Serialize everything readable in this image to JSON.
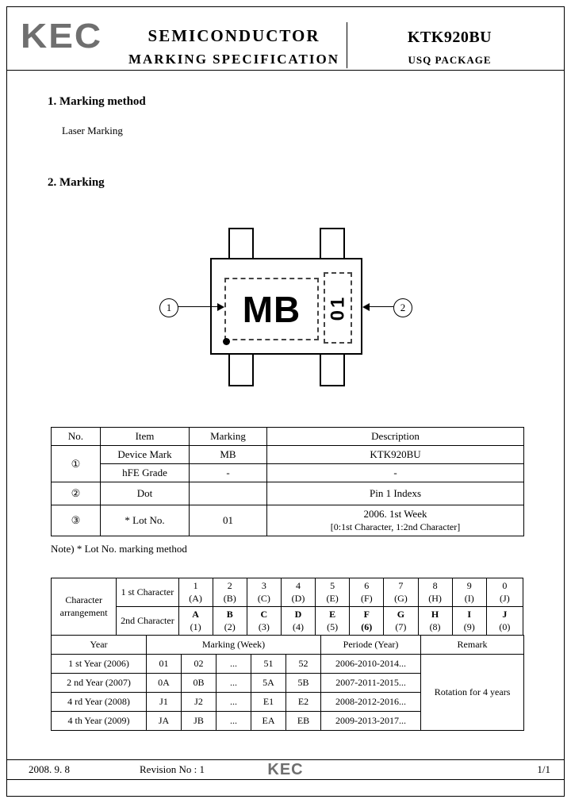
{
  "header": {
    "logo": "KEC",
    "title1": "SEMICONDUCTOR",
    "title2": "MARKING SPECIFICATION",
    "part_number": "KTK920BU",
    "package": "USQ PACKAGE"
  },
  "section1": {
    "title": "1. Marking method",
    "body": "Laser Marking"
  },
  "section2": {
    "title": "2. Marking"
  },
  "diagram": {
    "device_mark": "MB",
    "lot_mark": "01",
    "callout1": "1",
    "callout2": "2"
  },
  "marking_table": {
    "headers": [
      "No.",
      "Item",
      "Marking",
      "Description"
    ],
    "group1_no": "①",
    "rows": {
      "device": {
        "item": "Device Mark",
        "marking": "MB",
        "description": "KTK920BU"
      },
      "hfe": {
        "item": "hFE Grade",
        "marking": "-",
        "description": "-"
      },
      "dot": {
        "no": "②",
        "item": "Dot",
        "marking": "",
        "description": "Pin 1 Indexs"
      },
      "lot": {
        "no": "③",
        "item": "* Lot No.",
        "marking": "01",
        "description_line1": "2006. 1st Week",
        "description_line2": "[0:1st Character,  1:2nd Character]"
      }
    }
  },
  "note": "Note) * Lot No. marking method",
  "char_table": {
    "label_line1": "Character",
    "label_line2": "arrangement",
    "row1_label": "1 st Character",
    "row2_label": "2nd Character",
    "row1_main": [
      "1",
      "2",
      "3",
      "4",
      "5",
      "6",
      "7",
      "8",
      "9",
      "0"
    ],
    "row1_sub": [
      "(A)",
      "(B)",
      "(C)",
      "(D)",
      "(E)",
      "(F)",
      "(G)",
      "(H)",
      "(I)",
      "(J)"
    ],
    "row2_main": [
      "A",
      "B",
      "C",
      "D",
      "E",
      "F",
      "G",
      "H",
      "I",
      "J"
    ],
    "row2_sub": [
      "(1)",
      "(2)",
      "(3)",
      "(4)",
      "(5)",
      "(6)",
      "(7)",
      "(8)",
      "(9)",
      "(0)"
    ]
  },
  "year_table": {
    "headers": [
      "Year",
      "Marking (Week)",
      "Periode (Year)",
      "Remark"
    ],
    "rows": [
      {
        "year": "1 st Year (2006)",
        "weeks": [
          "01",
          "02",
          "...",
          "51",
          "52"
        ],
        "periode": "2006-2010-2014..."
      },
      {
        "year": "2 nd Year (2007)",
        "weeks": [
          "0A",
          "0B",
          "...",
          "5A",
          "5B"
        ],
        "periode": "2007-2011-2015..."
      },
      {
        "year": "4 rd Year (2008)",
        "weeks": [
          "J1",
          "J2",
          "...",
          "E1",
          "E2"
        ],
        "periode": "2008-2012-2016..."
      },
      {
        "year": "4 th Year (2009)",
        "weeks": [
          "JA",
          "JB",
          "...",
          "EA",
          "EB"
        ],
        "periode": "2009-2013-2017..."
      }
    ],
    "remark": "Rotation for 4 years"
  },
  "footer": {
    "date": "2008. 9. 8",
    "revision": "Revision No : 1",
    "logo": "KEC",
    "page": "1/1"
  }
}
